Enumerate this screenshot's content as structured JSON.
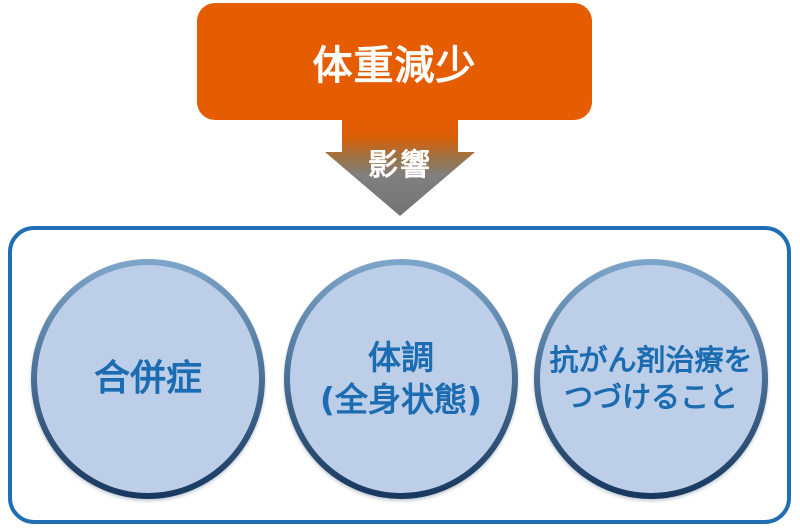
{
  "colors": {
    "orange": "#E65C01",
    "arrow-gray": "#7F7F7F",
    "box-border-blue": "#1F6FB2",
    "circle-fill": "#BDCEE9",
    "circle-ring-top": "#7EA6CA",
    "circle-ring-bottom": "#17375E",
    "circle-text-blue": "#1B6CB1",
    "white": "#FFFFFF"
  },
  "cause": {
    "label": "体重減少"
  },
  "arrow": {
    "label": "影響"
  },
  "effects": {
    "circles": [
      {
        "lines": [
          "合併症"
        ]
      },
      {
        "lines": [
          "体調",
          "(全身状態)"
        ]
      },
      {
        "lines": [
          "抗がん剤治療を",
          "つづけること"
        ]
      }
    ]
  }
}
